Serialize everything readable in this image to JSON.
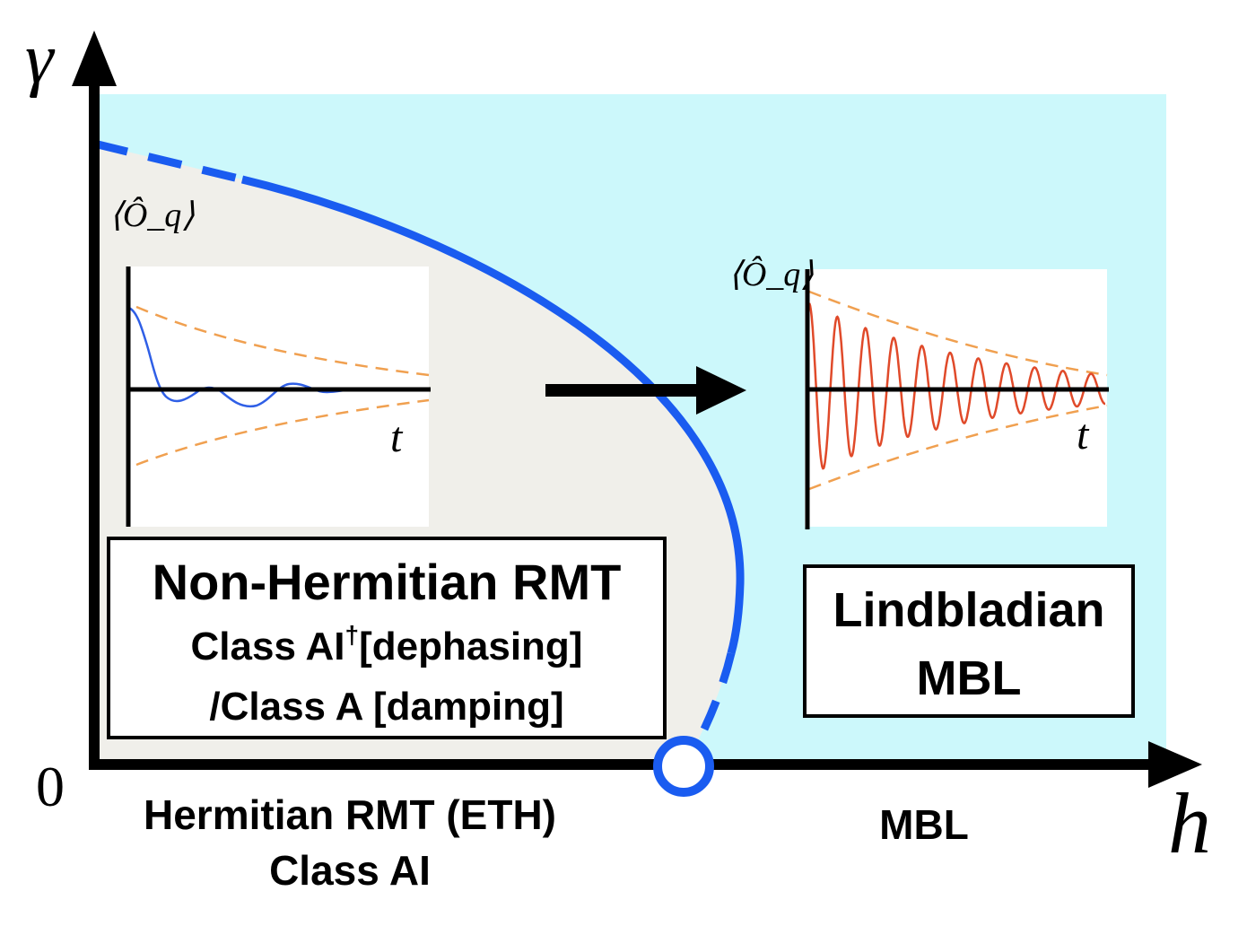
{
  "axes": {
    "y_label": "γ",
    "x_label": "h",
    "origin_label": "0"
  },
  "colors": {
    "mbl_region": "#ccf8fb",
    "rmt_region": "#f0efea",
    "boundary": "#1a5cf0",
    "decay_curve": "#2f5fe6",
    "oscillation_curve": "#e04a2a",
    "envelope": "#f0a050",
    "axis": "#000000"
  },
  "inset_left": {
    "observable_label": "⟨Ô_q⟩",
    "time_label": "t",
    "curve": "damped-decay"
  },
  "inset_right": {
    "observable_label": "⟨Ô_q⟩",
    "time_label": "t",
    "curve": "persistent-oscillation"
  },
  "box_rmt": {
    "title": "Non-Hermitian RMT",
    "line2_prefix": "Class AI",
    "line2_sup": "†",
    "line2_suffix": "[dephasing]",
    "line3": "/Class A [damping]"
  },
  "box_lindblad": {
    "line1": "Lindbladian",
    "line2": "MBL"
  },
  "bottom_left": {
    "line1": "Hermitian RMT (ETH)",
    "line2": "Class AI"
  },
  "bottom_right": {
    "label": "MBL"
  },
  "icons": {
    "arrow": "right-arrow-icon",
    "critical_point": "open-circle-icon"
  }
}
